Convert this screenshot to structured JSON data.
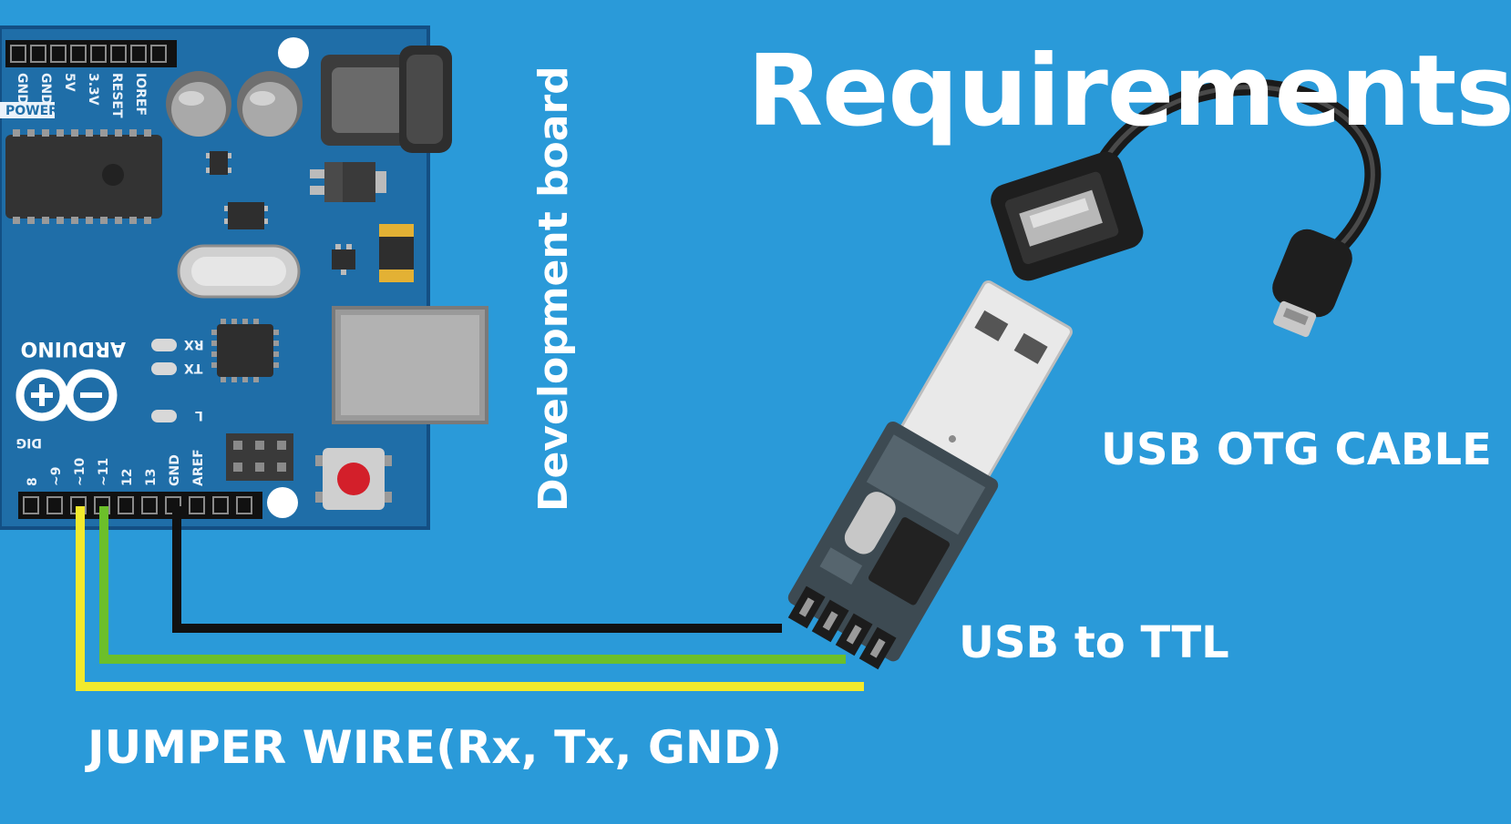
{
  "title": "Requirements",
  "labels": {
    "development_board": "Development board",
    "usb_otg_cable": "USB OTG CABLE",
    "usb_to_ttl": "USB to TTL",
    "jumper_wire": "JUMPER WIRE(Rx, Tx, GND)"
  },
  "board": {
    "brand": "ARDUINO",
    "power_pins": [
      "IOREF",
      "RESET",
      "3.3V",
      "5V",
      "GND",
      "GND"
    ],
    "power_header": "POWER",
    "digital_header": "DIG",
    "digital_pins": [
      "8",
      "~9",
      "~10",
      "~11",
      "12",
      "13",
      "GND",
      "AREF"
    ],
    "leds": [
      "RX",
      "TX",
      "L"
    ]
  },
  "wires": [
    {
      "name": "GND",
      "color": "#111111"
    },
    {
      "name": "Tx",
      "color": "#6cbf2a"
    },
    {
      "name": "Rx",
      "color": "#f2ea2c"
    }
  ],
  "colors": {
    "background": "#2a9ad9",
    "board": "#1f6ea8",
    "board_dark": "#124d80",
    "text": "#ffffff"
  }
}
